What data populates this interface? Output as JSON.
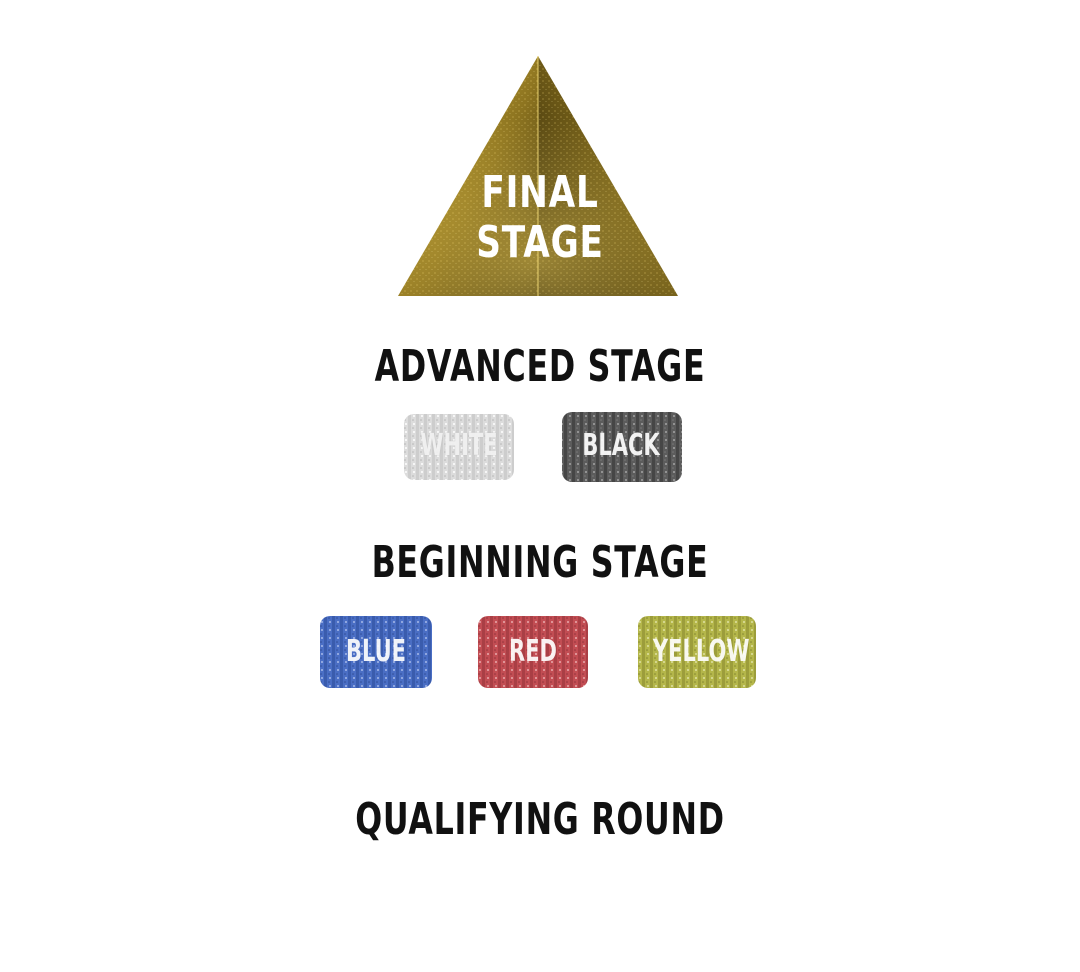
{
  "final_stage": {
    "line1": "FINAL",
    "line2": "STAGE",
    "colors": {
      "gold_light": "#d8b63a",
      "gold_dark": "#5a4a12"
    }
  },
  "advanced_stage": {
    "title": "ADVANCED STAGE",
    "badges": [
      {
        "label": "WHITE",
        "color": "#bdbdbd"
      },
      {
        "label": "BLACK",
        "color": "#3e3e3e"
      }
    ]
  },
  "beginning_stage": {
    "title": "BEGINNING STAGE",
    "badges": [
      {
        "label": "BLUE",
        "color": "#2f55b0"
      },
      {
        "label": "RED",
        "color": "#b3333a"
      },
      {
        "label": "YELLOW",
        "color": "#a6a835"
      }
    ]
  },
  "qualifying_round": {
    "title": "QUALIFYING ROUND"
  }
}
